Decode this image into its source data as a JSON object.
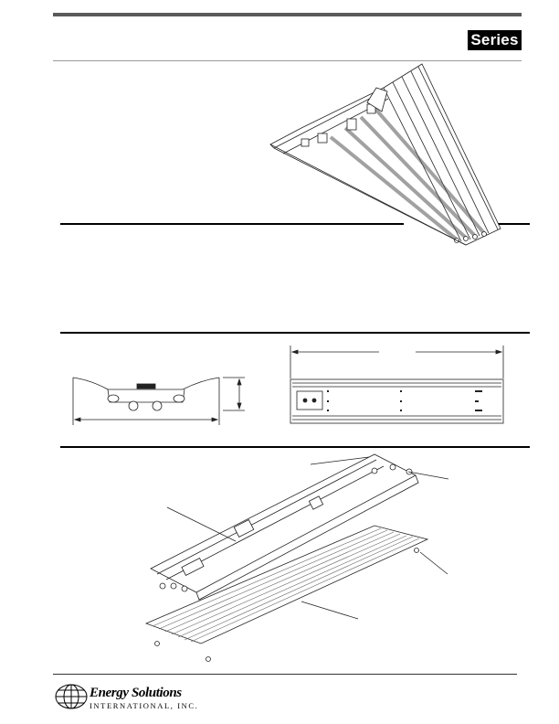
{
  "header": {
    "series_label": "Series"
  },
  "footer": {
    "logo": {
      "name_line1": "Energy Solutions",
      "name_line2": "INTERNATIONAL, INC."
    }
  },
  "colors": {
    "header_bar": "#5a5a5a",
    "rule": "#000000",
    "thin_rule": "#9a9a9a",
    "badge_bg": "#000000",
    "badge_text": "#ffffff"
  },
  "icons": [
    "globe-logo-icon"
  ]
}
